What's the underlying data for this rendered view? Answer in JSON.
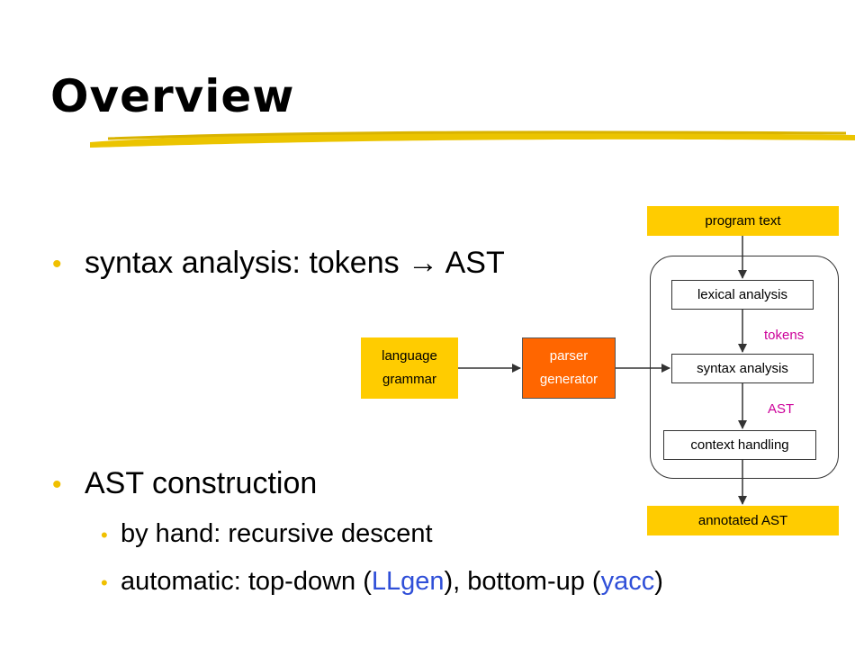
{
  "slide": {
    "title": "Overview"
  },
  "bullets": {
    "b1": "syntax analysis: tokens → AST",
    "b2": "AST construction",
    "b2_sub1": "by hand: recursive descent",
    "b2_sub2_pre": "automatic: top-down (",
    "b2_sub2_llgen": "LLgen",
    "b2_sub2_mid": "), bottom-up (",
    "b2_sub2_yacc": "yacc",
    "b2_sub2_post": ")"
  },
  "diagram": {
    "program_text": "program text",
    "lexical_analysis": "lexical analysis",
    "tokens": "tokens",
    "syntax_analysis": "syntax analysis",
    "ast": "AST",
    "context_handling": "context handling",
    "annotated_ast": "annotated AST",
    "language_grammar": [
      "language",
      "grammar"
    ],
    "parser_generator": [
      "parser",
      "generator"
    ]
  },
  "colors": {
    "title_accent": "#e8c000",
    "bullet": "#f0c000",
    "highlight_text": "#2f4fd8",
    "box_yellow": "#ffcc00",
    "box_orange": "#ff6600",
    "edge_label": "#cc0099"
  }
}
